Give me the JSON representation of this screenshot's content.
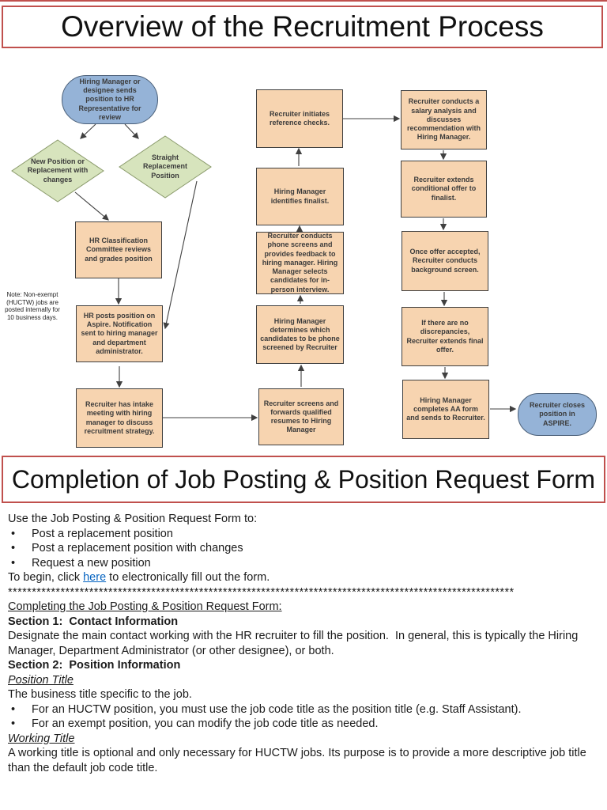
{
  "banners": {
    "overview_title": "Overview of the Recruitment Process",
    "completion_title": "Completion of Job Posting & Position Request Form"
  },
  "flowchart": {
    "note": "Note: Non-exempt (HUCTW) jobs are posted internally for 10 business days.",
    "nodes": [
      {
        "id": "start",
        "shape": "stadium",
        "text": "Hiring Manager or designee sends position to HR Representative for review"
      },
      {
        "id": "new-position",
        "shape": "diamond",
        "text": "New Position or Replacement with changes"
      },
      {
        "id": "straight-replacement",
        "shape": "diamond",
        "text": "Straight Replacement Position"
      },
      {
        "id": "hr-classification",
        "shape": "process",
        "text": "HR Classification Committee reviews and grades position"
      },
      {
        "id": "hr-posts",
        "shape": "process",
        "text": "HR posts position on Aspire.  Notification sent to hiring manager and department administrator."
      },
      {
        "id": "intake-meeting",
        "shape": "process",
        "text": "Recruiter has intake meeting with hiring manager to discuss recruitment strategy."
      },
      {
        "id": "screens-resumes",
        "shape": "process",
        "text": "Recruiter screens and forwards qualified resumes to Hiring Manager"
      },
      {
        "id": "determines-candidates",
        "shape": "process",
        "text": "Hiring Manager determines which candidates to be phone screened by Recruiter"
      },
      {
        "id": "phone-screens",
        "shape": "process",
        "text": "Recruiter conducts phone screens and provides feedback to hiring manager.  Hiring Manager selects candidates for in-person interview."
      },
      {
        "id": "identifies-finalist",
        "shape": "process",
        "text": "Hiring Manager identifies finalist."
      },
      {
        "id": "reference-checks",
        "shape": "process",
        "text": "Recruiter initiates reference checks."
      },
      {
        "id": "salary-analysis",
        "shape": "process",
        "text": "Recruiter conducts a salary analysis and discusses recommendation with Hiring Manager."
      },
      {
        "id": "conditional-offer",
        "shape": "process",
        "text": "Recruiter extends conditional offer to finalist."
      },
      {
        "id": "background-screen",
        "shape": "process",
        "text": "Once offer accepted, Recruiter conducts background screen."
      },
      {
        "id": "final-offer",
        "shape": "process",
        "text": "If there are no discrepancies, Recruiter extends final offer."
      },
      {
        "id": "aa-form",
        "shape": "process",
        "text": "Hiring Manager completes AA form and sends to Recruiter."
      },
      {
        "id": "end",
        "shape": "stadium",
        "text": "Recruiter closes position in ASPIRE."
      }
    ]
  },
  "document": {
    "intro": "Use the Job Posting & Position Request Form to:",
    "bullet_char": "•",
    "intro_bullets": [
      "Post a replacement position",
      "Post a replacement position with changes",
      "Request a new position"
    ],
    "begin_prefix": "To begin, click ",
    "begin_link": "here",
    "begin_suffix": " to electronically fill out the form.",
    "divider": "**********************************************************************************************************",
    "completing_heading": "Completing the Job Posting & Position Request Form:",
    "section1_heading": "Section 1:  Contact Information",
    "section1_body": "Designate the main contact working with the HR recruiter to fill the position.  In general, this is typically the Hiring Manager, Department Administrator (or other designee), or both.",
    "section2_heading": "Section 2:  Position Information",
    "position_title_heading": "Position Title",
    "position_title_body": "The business title specific to the job.",
    "position_title_bullets": [
      "For an HUCTW position, you must use the job code title as the position title (e.g. Staff Assistant).",
      "For an exempt position, you can modify the job code title as needed."
    ],
    "working_title_heading": "Working Title",
    "working_title_body": "A working title is optional and only necessary for HUCTW jobs. Its purpose is to provide a more descriptive job title than the default job code title."
  },
  "colors": {
    "banner_border": "#c0504d",
    "process_fill": "#f7d4b0",
    "diamond_fill": "#d7e4bd",
    "terminal_fill": "#95b3d7",
    "link": "#0563c1",
    "connector": "#404040"
  }
}
